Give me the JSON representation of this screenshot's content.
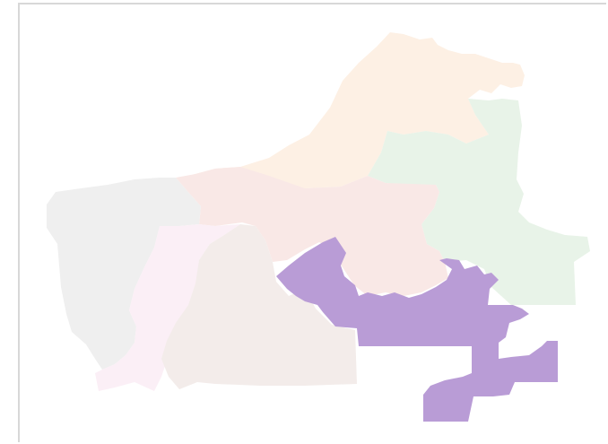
{
  "map": {
    "regions": [
      {
        "id": "north",
        "color": "#fdf0e4"
      },
      {
        "id": "northeast",
        "color": "#e8f3e8"
      },
      {
        "id": "central",
        "color": "#f9e8e6"
      },
      {
        "id": "west",
        "color": "#efefef"
      },
      {
        "id": "central-west",
        "color": "#fbeff6"
      },
      {
        "id": "south-central",
        "color": "#f3ecea"
      },
      {
        "id": "highlighted",
        "color": "#b99cd6",
        "highlighted": true
      }
    ]
  }
}
